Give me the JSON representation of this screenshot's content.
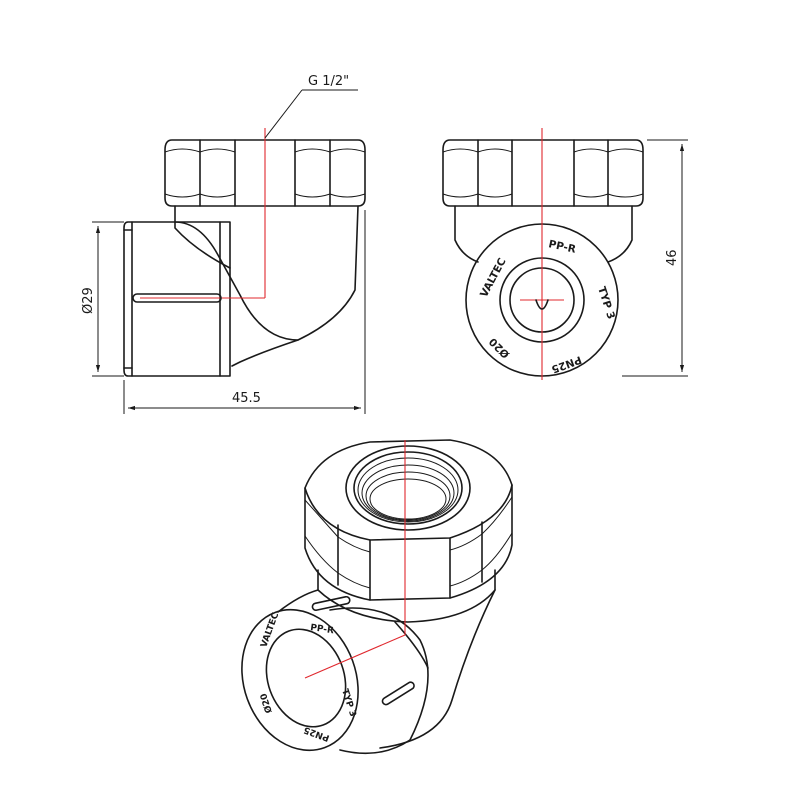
{
  "dimensions": {
    "thread": "G 1/2\"",
    "diameter": "Ø29",
    "length": "45.5",
    "height": "46"
  },
  "markings": {
    "brand": "VALTEC",
    "material": "PP-R",
    "type": "TYP 3",
    "pressure": "PN25",
    "pipe_size": "Ø20"
  },
  "colors": {
    "outline": "#1a1a1a",
    "centerline": "#e0282e"
  }
}
